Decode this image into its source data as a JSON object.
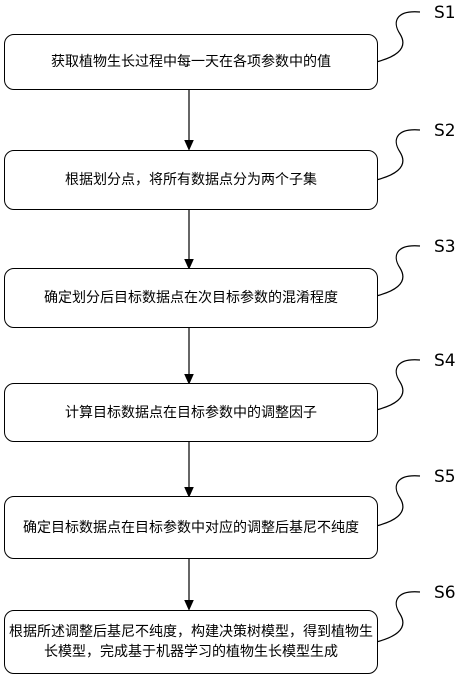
{
  "steps": [
    {
      "label": "S1",
      "text": "获取植物生长过程中每一天在各项参数中的值"
    },
    {
      "label": "S2",
      "text": "根据划分点，将所有数据点分为两个子集"
    },
    {
      "label": "S3",
      "text": "确定划分后目标数据点在次目标参数的混淆程度"
    },
    {
      "label": "S4",
      "text": "计算目标数据点在目标参数中的调整因子"
    },
    {
      "label": "S5",
      "text": "确定目标数据点在目标参数中对应的调整后基尼不纯度"
    },
    {
      "label": "S6",
      "text": "根据所述调整后基尼不纯度，构建决策树模型，得到植物生长模型，完成基于机器学习的植物生长模型生成"
    }
  ]
}
